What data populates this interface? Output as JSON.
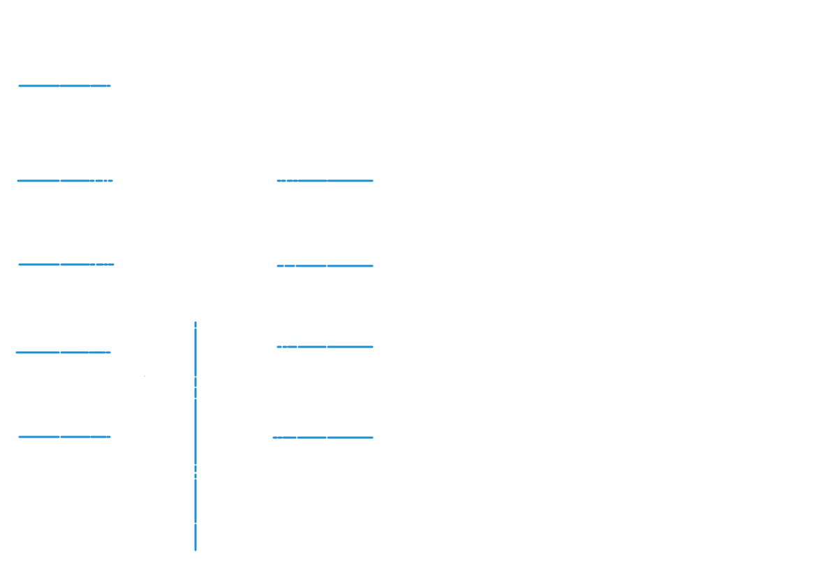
{
  "diagram": {
    "description_visible_text": "",
    "colors": {
      "background": "#ffffff",
      "line": "#1e8fd0"
    },
    "segments": [
      {
        "id": "left-1"
      },
      {
        "id": "left-2"
      },
      {
        "id": "left-3"
      },
      {
        "id": "left-4"
      },
      {
        "id": "left-5"
      },
      {
        "id": "right-1"
      },
      {
        "id": "right-2"
      },
      {
        "id": "right-3"
      },
      {
        "id": "right-4"
      },
      {
        "id": "vertical-spine"
      }
    ]
  }
}
